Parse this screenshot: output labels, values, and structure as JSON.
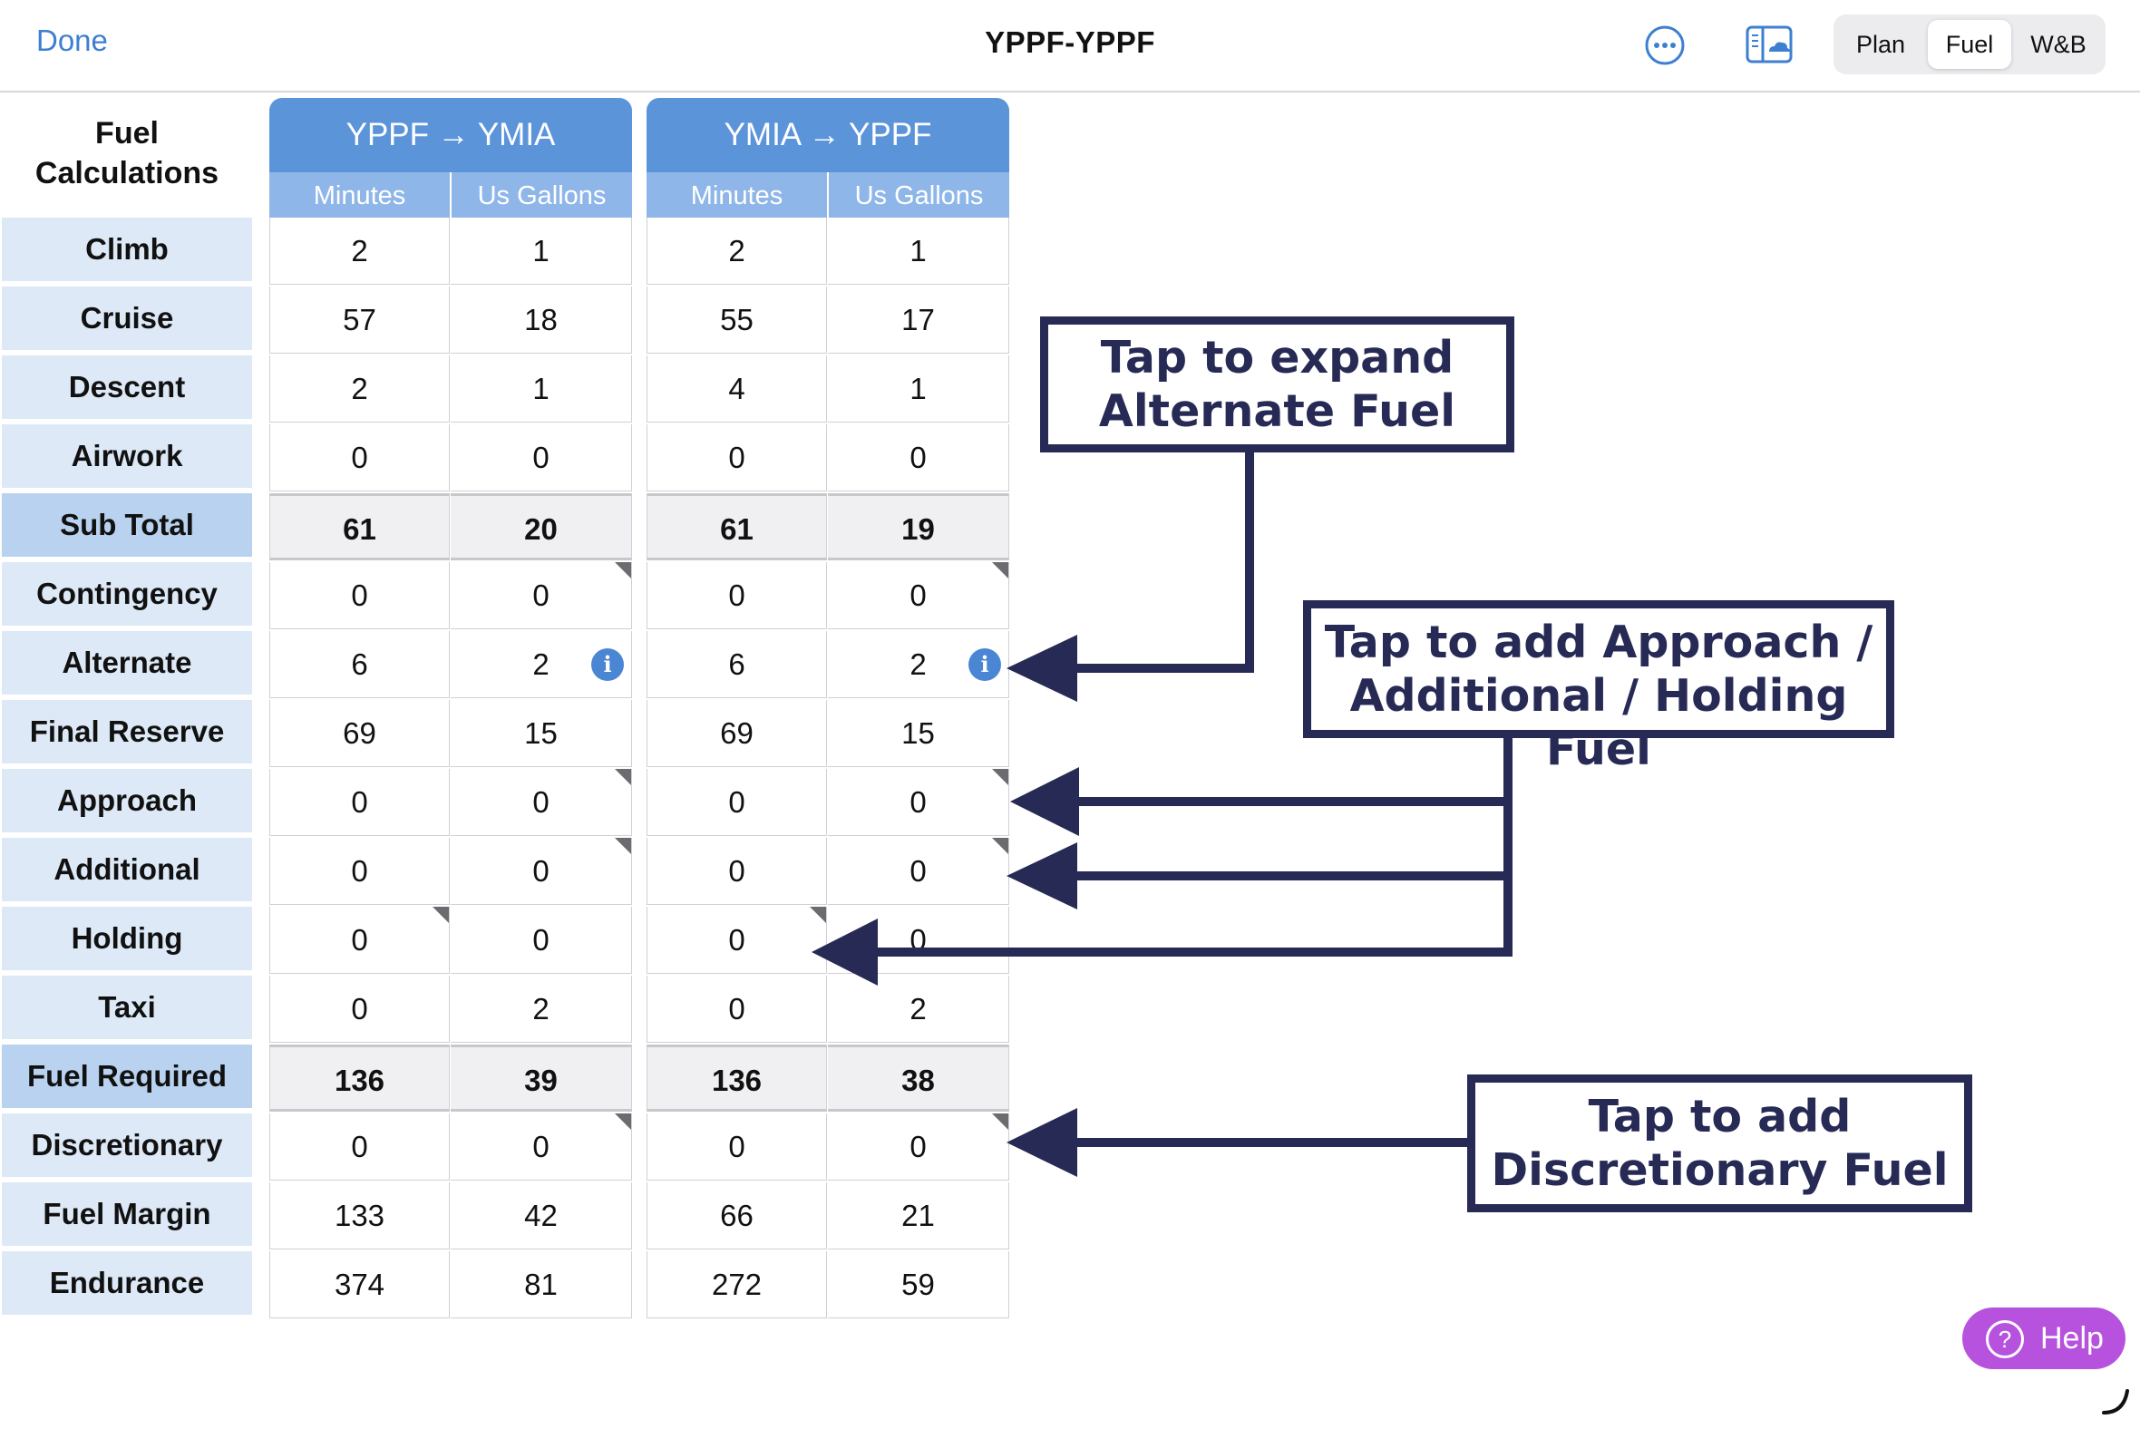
{
  "nav": {
    "done_label": "Done",
    "title": "YPPF-YPPF",
    "more_icon": "ellipsis-circle-icon",
    "cloud_icon": "cloud-book-icon",
    "segments": [
      "Plan",
      "Fuel",
      "W&B"
    ],
    "active_segment": "Fuel"
  },
  "table": {
    "header": "Fuel Calculations",
    "header_lines": [
      "Fuel",
      "Calculations"
    ],
    "row_labels": [
      "Climb",
      "Cruise",
      "Descent",
      "Airwork",
      "Sub Total",
      "Contingency",
      "Alternate",
      "Final Reserve",
      "Approach",
      "Additional",
      "Holding",
      "Taxi",
      "Fuel Required",
      "Discretionary",
      "Fuel Margin",
      "Endurance"
    ],
    "legs": [
      {
        "title": "YPPF → YMIA",
        "col_minutes": "Minutes",
        "col_gallons": "Us Gallons",
        "minutes": [
          "2",
          "57",
          "2",
          "0",
          "61",
          "0",
          "6",
          "69",
          "0",
          "0",
          "0",
          "0",
          "136",
          "0",
          "133",
          "374"
        ],
        "gallons": [
          "1",
          "18",
          "1",
          "0",
          "20",
          "0",
          "2",
          "15",
          "0",
          "0",
          "0",
          "2",
          "39",
          "0",
          "42",
          "81"
        ]
      },
      {
        "title": "YMIA → YPPF",
        "col_minutes": "Minutes",
        "col_gallons": "Us Gallons",
        "minutes": [
          "2",
          "55",
          "4",
          "0",
          "61",
          "0",
          "6",
          "69",
          "0",
          "0",
          "0",
          "0",
          "136",
          "0",
          "66",
          "272"
        ],
        "gallons": [
          "1",
          "17",
          "1",
          "0",
          "19",
          "0",
          "2",
          "15",
          "0",
          "0",
          "0",
          "2",
          "38",
          "0",
          "21",
          "59"
        ]
      }
    ],
    "info_icon": "i"
  },
  "callouts": {
    "alternate": [
      "Tap to expand",
      "Alternate Fuel"
    ],
    "additional": [
      "Tap to add Approach /",
      "Additional / Holding Fuel"
    ],
    "discretionary": [
      "Tap to add",
      "Discretionary Fuel"
    ]
  },
  "help": {
    "label": "Help",
    "icon_glyph": "?"
  },
  "colors": {
    "accent": "#3d7fd1",
    "leg_header": "#5b94d9",
    "sub_header": "#8fb6e8",
    "row_label_bg": "#dde9f7",
    "total_label_bg": "#b9d2ef",
    "callout": "#262a55",
    "help": "#b752de"
  }
}
